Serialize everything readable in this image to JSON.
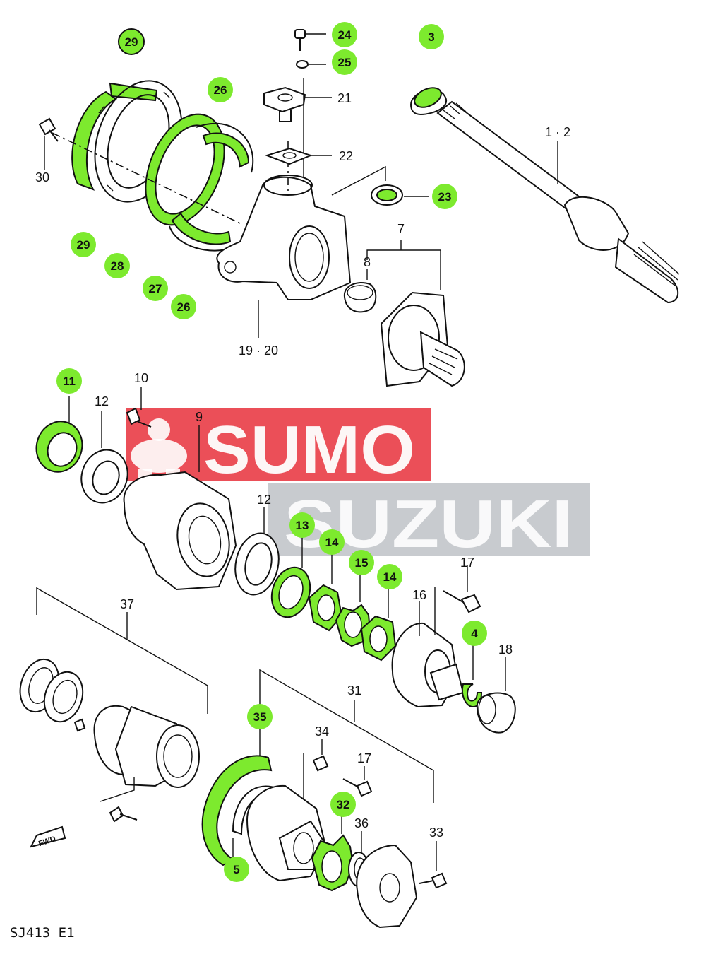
{
  "colors": {
    "highlight": "#7dea2e",
    "watermark_red": "#e8303b",
    "watermark_gray": "#9aa0a8",
    "line": "#111111"
  },
  "watermark": {
    "line1": "SUMO",
    "line2": "SUZUKI"
  },
  "caption": "SJ413 E1",
  "fwd_label": "FWD",
  "labels": {
    "l1_2": "1 · 2",
    "l3": "3",
    "l4": "4",
    "l5": "5",
    "l7": "7",
    "l8": "8",
    "l9": "9",
    "l10": "10",
    "l11": "11",
    "l12a": "12",
    "l12b": "12",
    "l13": "13",
    "l14a": "14",
    "l14b": "14",
    "l15": "15",
    "l16": "16",
    "l17a": "17",
    "l17b": "17",
    "l18": "18",
    "l19_20": "19 · 20",
    "l21": "21",
    "l22": "22",
    "l23": "23",
    "l24": "24",
    "l25": "25",
    "l26a": "26",
    "l26b": "26",
    "l27": "27",
    "l28": "28",
    "l29a": "29",
    "l29b": "29",
    "l30": "30",
    "l31": "31",
    "l32": "32",
    "l33": "33",
    "l34": "34",
    "l35": "35",
    "l36": "36",
    "l37": "37"
  }
}
